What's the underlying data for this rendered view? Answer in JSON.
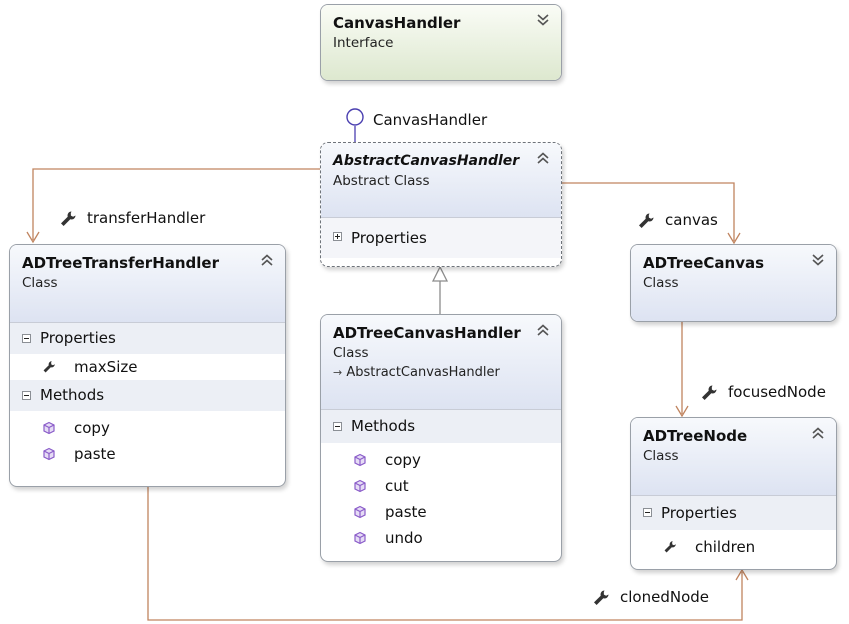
{
  "colors": {
    "association": "#c0845f",
    "lollipop": "#4a3fb0",
    "inheritance": "#8c8c8c",
    "method_icon": "#8a5cc9",
    "property_icon": "#333333"
  },
  "icons": {
    "property": "wrench-icon",
    "method": "cube-icon",
    "collapse": "double-chevron-up-icon",
    "expand": "double-chevron-down-icon",
    "inherits": "inheritance-arrow-icon"
  },
  "classes": {
    "canvas_handler": {
      "name": "CanvasHandler",
      "kind": "Interface"
    },
    "abstract_canvas_handler": {
      "name": "AbstractCanvasHandler",
      "kind": "Abstract Class",
      "sections": [
        {
          "title": "Properties"
        }
      ]
    },
    "transfer_handler": {
      "name": "ADTreeTransferHandler",
      "kind": "Class",
      "sections": [
        {
          "title": "Properties",
          "members": [
            "maxSize"
          ]
        },
        {
          "title": "Methods",
          "members": [
            "copy",
            "paste"
          ]
        }
      ]
    },
    "canvas_handler_impl": {
      "name": "ADTreeCanvasHandler",
      "kind": "Class",
      "base": "AbstractCanvasHandler",
      "sections": [
        {
          "title": "Methods",
          "members": [
            "copy",
            "cut",
            "paste",
            "undo"
          ]
        }
      ]
    },
    "tree_canvas": {
      "name": "ADTreeCanvas",
      "kind": "Class"
    },
    "tree_node": {
      "name": "ADTreeNode",
      "kind": "Class",
      "sections": [
        {
          "title": "Properties",
          "members": [
            "children"
          ]
        }
      ]
    }
  },
  "relations": {
    "lollipop_label": "CanvasHandler",
    "transfer_handler": "transferHandler",
    "canvas": "canvas",
    "focused_node": "focusedNode",
    "cloned_node": "clonedNode"
  }
}
